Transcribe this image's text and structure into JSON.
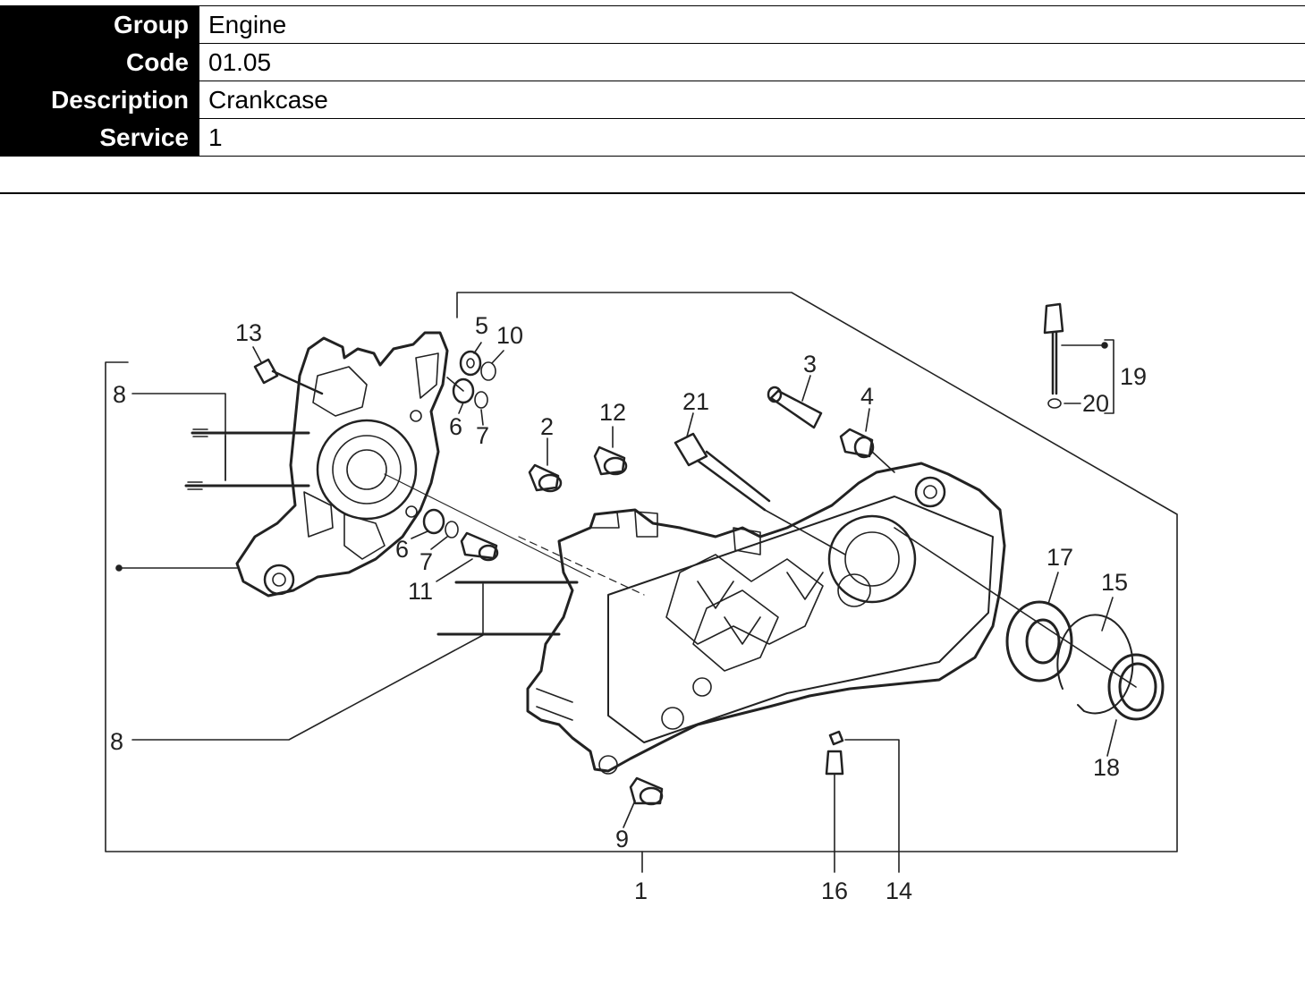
{
  "info": {
    "group": {
      "label": "Group",
      "value": "Engine"
    },
    "code": {
      "label": "Code",
      "value": "01.05"
    },
    "description": {
      "label": "Description",
      "value": "Crankcase"
    },
    "service": {
      "label": "Service",
      "value": "1"
    }
  },
  "callouts": [
    "1",
    "2",
    "3",
    "4",
    "5",
    "6",
    "6",
    "7",
    "7",
    "8",
    "8",
    "9",
    "10",
    "11",
    "12",
    "13",
    "14",
    "15",
    "16",
    "17",
    "18",
    "19",
    "20",
    "21"
  ]
}
